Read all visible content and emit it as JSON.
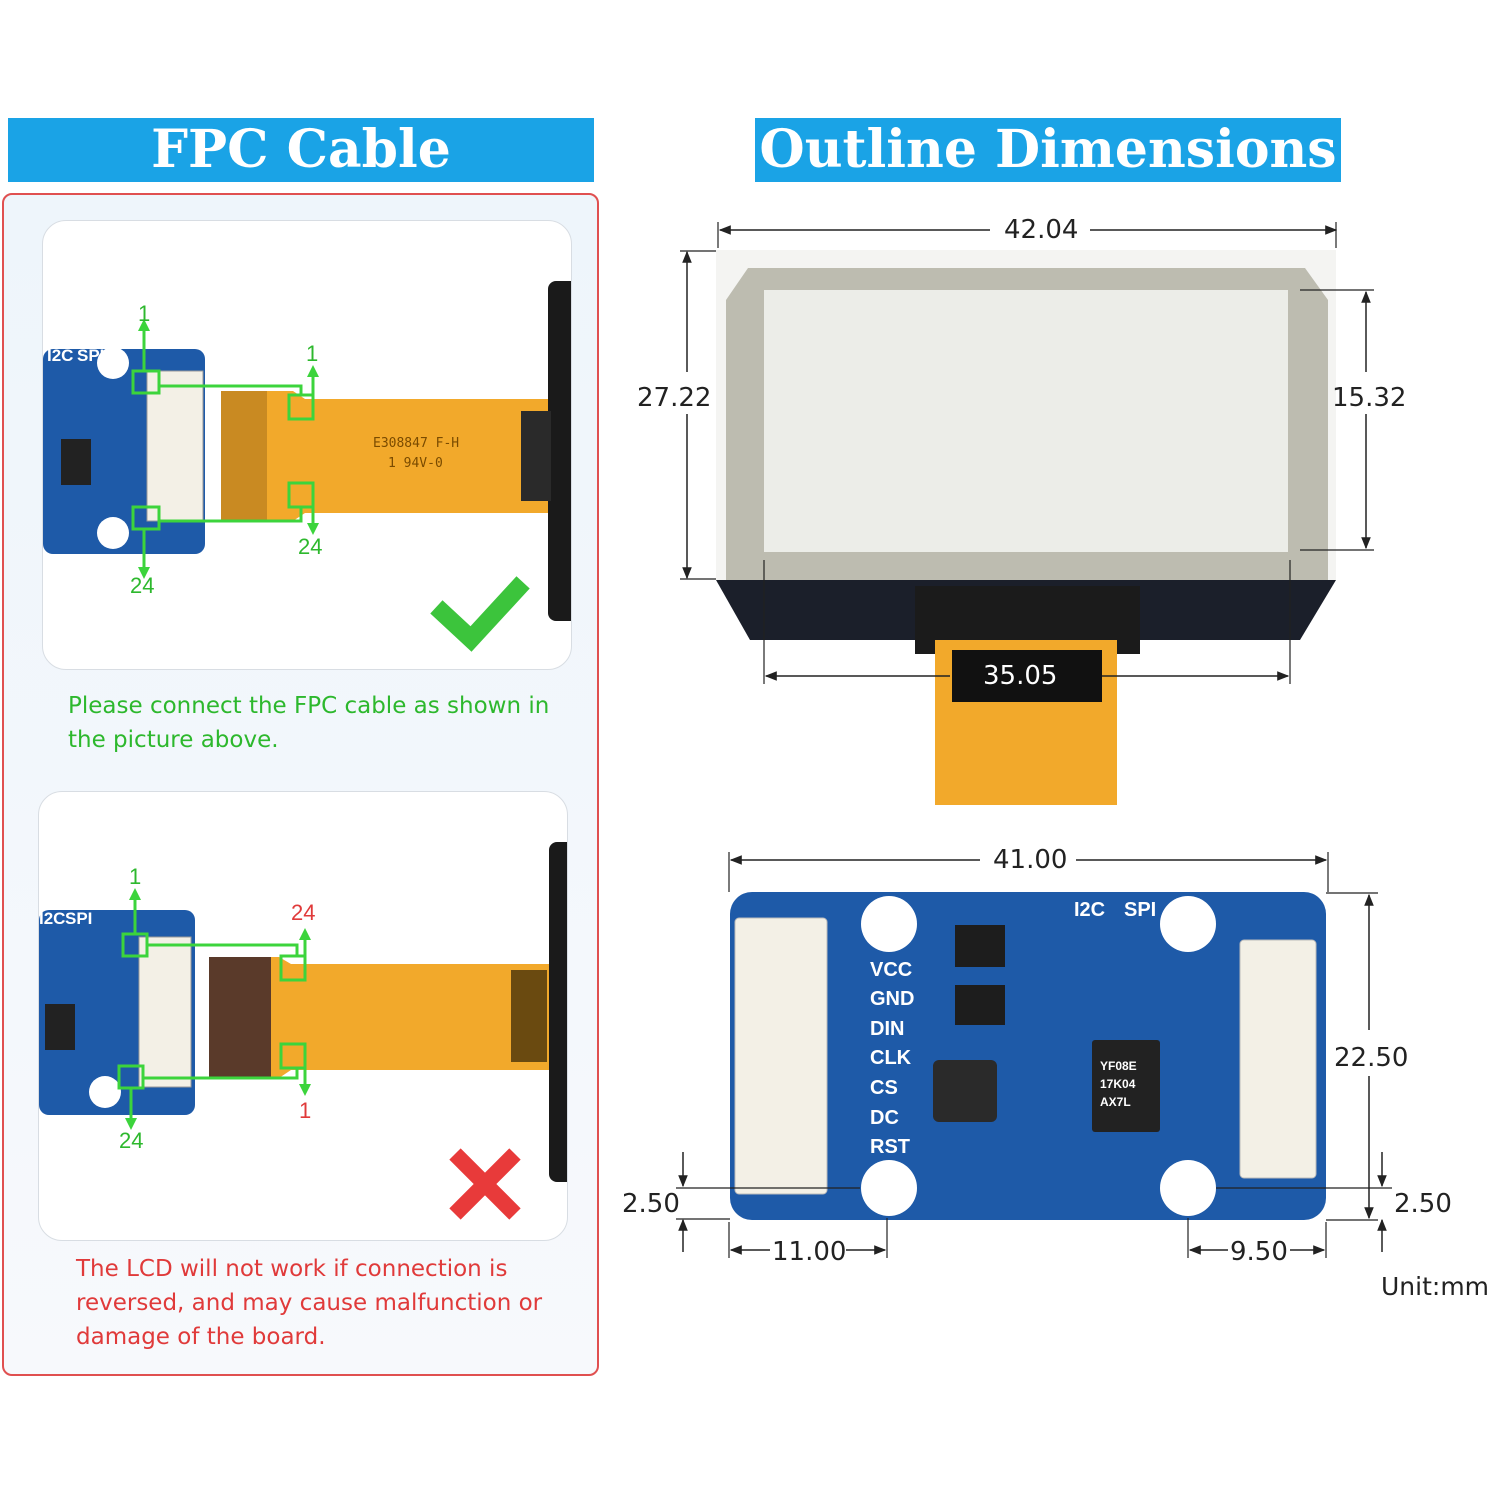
{
  "left_section": {
    "title": "FPC Cable Connection",
    "correct": {
      "caption": "Please connect the FPC cable as shown in the picture above.",
      "board_pin_top": "1",
      "board_pin_bottom": "24",
      "cable_pin_top": "1",
      "cable_pin_bottom": "24",
      "board_labels": [
        "I2C",
        "SPI"
      ],
      "cable_print": [
        "E308847 F-H",
        "1 94V-0"
      ],
      "status_icon": "checkmark-icon",
      "status_color": "#3cc43c"
    },
    "wrong": {
      "caption": "The LCD will not work if connection is reversed, and may cause malfunction or damage of the board.",
      "board_pin_top": "1",
      "board_pin_bottom": "24",
      "cable_pin_top": "24",
      "cable_pin_bottom": "1",
      "board_labels": [
        "I2C",
        "SPI"
      ],
      "status_icon": "cross-icon",
      "status_color": "#e83a3a"
    }
  },
  "right_section": {
    "title": "Outline Dimensions",
    "display": {
      "width": "42.04",
      "height": "27.22",
      "active_height": "15.32",
      "active_width": "35.05"
    },
    "board": {
      "width": "41.00",
      "height": "22.50",
      "hole_offset_left": "2.50",
      "hole_offset_right": "2.50",
      "hole_x_left": "11.00",
      "hole_x_right": "9.50",
      "pins": [
        "VCC",
        "GND",
        "DIN",
        "CLK",
        "CS",
        "DC",
        "RST"
      ],
      "mode_labels": [
        "I2C",
        "SPI"
      ],
      "chip_marking": [
        "YF08E",
        "17K04",
        "AX7L"
      ]
    },
    "unit": "Unit:mm"
  },
  "colors": {
    "banner": "#1aa3e6",
    "pcb": "#1e5aa8",
    "fpc": "#f2a92b",
    "green_guide": "#3cd43c",
    "red_border": "#e05050"
  }
}
